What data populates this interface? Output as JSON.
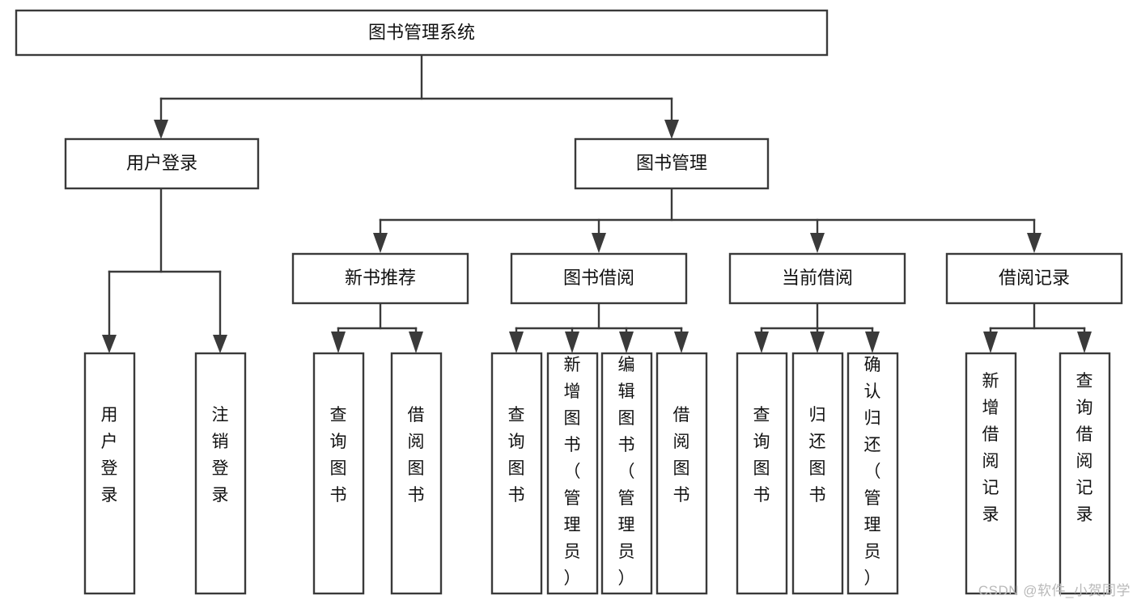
{
  "diagram": {
    "type": "tree",
    "title": "图书管理系统",
    "orientation": "top-down",
    "watermark": "CSDN @软件_小贺同学",
    "colors": {
      "stroke": "#3a3a3a",
      "fill": "#ffffff",
      "text": "#111111",
      "watermark": "#b9b9b9",
      "background": "#ffffff"
    },
    "nodes": {
      "root": {
        "label": "图书管理系统"
      },
      "level2": [
        {
          "label": "用户登录"
        },
        {
          "label": "图书管理"
        }
      ],
      "level3": [
        {
          "label": "新书推荐"
        },
        {
          "label": "图书借阅"
        },
        {
          "label": "当前借阅"
        },
        {
          "label": "借阅记录"
        }
      ],
      "leaves": {
        "user_login": [
          {
            "label": "用户登录"
          },
          {
            "label": "注销登录"
          }
        ],
        "new_book_recommend": [
          {
            "label": "查询图书"
          },
          {
            "label": "借阅图书"
          }
        ],
        "book_borrow": [
          {
            "label": "查询图书"
          },
          {
            "label": "新增图书（管理员）"
          },
          {
            "label": "编辑图书（管理员）"
          },
          {
            "label": "借阅图书"
          }
        ],
        "current_borrow": [
          {
            "label": "查询图书"
          },
          {
            "label": "归还图书"
          },
          {
            "label": "确认归还（管理员）"
          }
        ],
        "borrow_record": [
          {
            "label": "新增借阅记录"
          },
          {
            "label": "查询借阅记录"
          }
        ]
      }
    }
  }
}
